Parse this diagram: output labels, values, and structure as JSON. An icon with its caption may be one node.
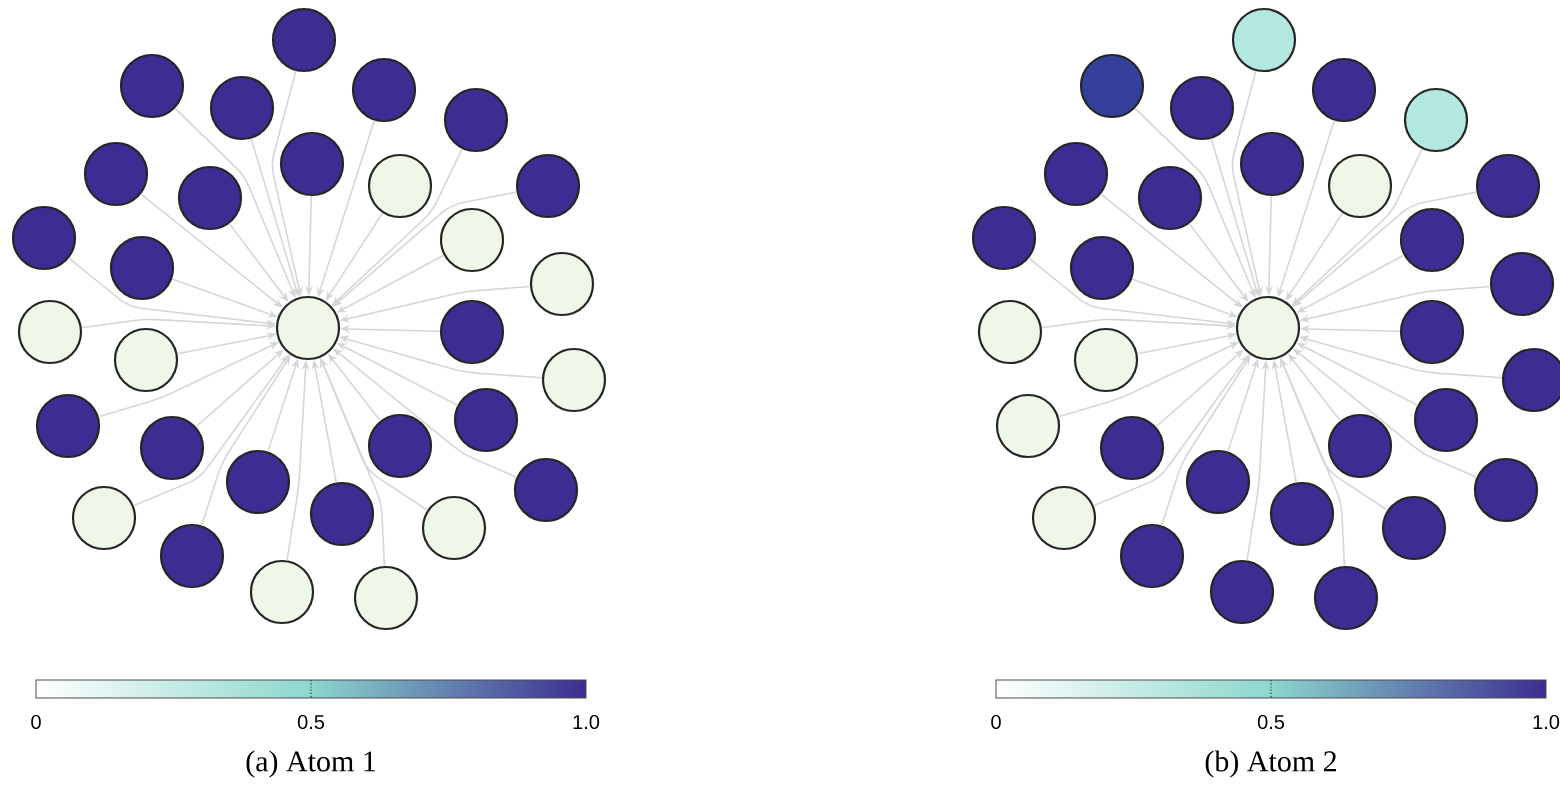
{
  "diagram": {
    "nodes": [
      {
        "text": [],
        "shape": "circle"
      },
      {
        "text": [],
        "shape": "circle"
      },
      {
        "text": [],
        "shape": "circle"
      },
      {
        "text": [],
        "shape": "circle"
      },
      {
        "text": [],
        "shape": "circle"
      },
      {
        "text": [],
        "shape": "circle"
      },
      {
        "text": [],
        "shape": "circle"
      },
      {
        "text": [],
        "shape": "circle"
      },
      {
        "text": [],
        "shape": "circle"
      },
      {
        "text": [],
        "shape": "circle"
      },
      {
        "text": [],
        "shape": "circle"
      },
      {
        "text": [],
        "shape": "circle"
      },
      {
        "text": [],
        "shape": "circle"
      },
      {
        "text": [],
        "shape": "circle"
      },
      {
        "text": [],
        "shape": "circle"
      },
      {
        "text": [],
        "shape": "circle"
      },
      {
        "text": [],
        "shape": "circle"
      },
      {
        "text": [],
        "shape": "circle"
      },
      {
        "text": [],
        "shape": "circle"
      },
      {
        "text": [],
        "shape": "circle"
      },
      {
        "text": [],
        "shape": "circle"
      },
      {
        "text": [],
        "shape": "circle"
      },
      {
        "text": [],
        "shape": "circle"
      },
      {
        "text": [],
        "shape": "circle"
      },
      {
        "text": [],
        "shape": "circle"
      },
      {
        "text": [],
        "shape": "circle"
      },
      {
        "text": [],
        "shape": "circle"
      },
      {
        "text": [],
        "shape": "circle"
      },
      {
        "text": [],
        "shape": "circle"
      },
      {
        "text": [],
        "shape": "circle"
      },
      {
        "text": [],
        "shape": "circle"
      },
      {
        "text": [],
        "shape": "circle"
      },
      {
        "text": [],
        "shape": "circle"
      },
      {
        "text": [],
        "shape": "circle"
      },
      {
        "text": [],
        "shape": "circle"
      },
      {
        "text": [],
        "shape": "circle"
      },
      {
        "text": [],
        "shape": "circle"
      },
      {
        "text": [],
        "shape": "circle"
      },
      {
        "text": [],
        "shape": "circle"
      },
      {
        "text": [],
        "shape": "circle"
      },
      {
        "text": [],
        "shape": "circle"
      },
      {
        "text": [],
        "shape": "circle"
      },
      {
        "text": [],
        "shape": "circle"
      },
      {
        "text": [],
        "shape": "circle"
      },
      {
        "text": [],
        "shape": "circle"
      },
      {
        "text": [],
        "shape": "circle"
      },
      {
        "text": [],
        "shape": "circle"
      },
      {
        "text": [],
        "shape": "circle"
      },
      {
        "text": [],
        "shape": "circle"
      },
      {
        "text": [],
        "shape": "circle"
      },
      {
        "text": [],
        "shape": "circle"
      },
      {
        "text": [],
        "shape": "circle"
      },
      {
        "text": [],
        "shape": "circle"
      },
      {
        "text": [],
        "shape": "circle"
      },
      {
        "text": [],
        "shape": "circle"
      },
      {
        "text": [],
        "shape": "circle"
      },
      {
        "text": [],
        "shape": "circle"
      },
      {
        "text": [],
        "shape": "circle"
      },
      {
        "text": [],
        "shape": "circle"
      },
      {
        "text": [],
        "shape": "circle"
      },
      {
        "text": [],
        "shape": "circle"
      },
      {
        "text": [],
        "shape": "circle"
      }
    ],
    "edges": [
      {
        "from": 0,
        "to": 14,
        "arrow": "to"
      },
      {
        "from": 1,
        "to": 14,
        "arrow": "to"
      },
      {
        "from": 2,
        "to": 14,
        "arrow": "to"
      },
      {
        "from": 3,
        "to": 14,
        "arrow": "to"
      },
      {
        "from": 4,
        "to": 14,
        "arrow": "to"
      },
      {
        "from": 5,
        "to": 14,
        "arrow": "to"
      },
      {
        "from": 6,
        "to": 14,
        "arrow": "to"
      },
      {
        "from": 7,
        "to": 14,
        "arrow": "to"
      },
      {
        "from": 8,
        "to": 14,
        "arrow": "to"
      },
      {
        "from": 9,
        "to": 14,
        "arrow": "to"
      },
      {
        "from": 10,
        "to": 14,
        "arrow": "to"
      },
      {
        "from": 11,
        "to": 14,
        "arrow": "to"
      },
      {
        "from": 12,
        "to": 14,
        "arrow": "to"
      },
      {
        "from": 13,
        "to": 14,
        "arrow": "to"
      },
      {
        "from": 15,
        "to": 14,
        "arrow": "to"
      },
      {
        "from": 16,
        "to": 14,
        "arrow": "to"
      },
      {
        "from": 17,
        "to": 14,
        "arrow": "to"
      },
      {
        "from": 18,
        "to": 14,
        "arrow": "to"
      },
      {
        "from": 19,
        "to": 14,
        "arrow": "to"
      },
      {
        "from": 20,
        "to": 14,
        "arrow": "to"
      },
      {
        "from": 21,
        "to": 14,
        "arrow": "to"
      },
      {
        "from": 22,
        "to": 14,
        "arrow": "to"
      },
      {
        "from": 23,
        "to": 14,
        "arrow": "to"
      },
      {
        "from": 24,
        "to": 14,
        "arrow": "to"
      },
      {
        "from": 25,
        "to": 14,
        "arrow": "to"
      },
      {
        "from": 26,
        "to": 14,
        "arrow": "to"
      },
      {
        "from": 27,
        "to": 14,
        "arrow": "to"
      },
      {
        "from": 28,
        "to": 14,
        "arrow": "to"
      },
      {
        "from": 29,
        "to": 14,
        "arrow": "to"
      },
      {
        "from": 30,
        "to": 14,
        "arrow": "to"
      },
      {
        "from": 31,
        "to": 45,
        "arrow": "to"
      },
      {
        "from": 32,
        "to": 45,
        "arrow": "to"
      },
      {
        "from": 33,
        "to": 45,
        "arrow": "to"
      },
      {
        "from": 34,
        "to": 45,
        "arrow": "to"
      },
      {
        "from": 35,
        "to": 45,
        "arrow": "to"
      },
      {
        "from": 36,
        "to": 45,
        "arrow": "to"
      },
      {
        "from": 37,
        "to": 45,
        "arrow": "to"
      },
      {
        "from": 38,
        "to": 45,
        "arrow": "to"
      },
      {
        "from": 39,
        "to": 45,
        "arrow": "to"
      },
      {
        "from": 40,
        "to": 45,
        "arrow": "to"
      },
      {
        "from": 41,
        "to": 45,
        "arrow": "to"
      },
      {
        "from": 42,
        "to": 45,
        "arrow": "to"
      },
      {
        "from": 43,
        "to": 45,
        "arrow": "to"
      },
      {
        "from": 44,
        "to": 45,
        "arrow": "to"
      },
      {
        "from": 46,
        "to": 45,
        "arrow": "to"
      },
      {
        "from": 47,
        "to": 45,
        "arrow": "to"
      },
      {
        "from": 48,
        "to": 45,
        "arrow": "to"
      },
      {
        "from": 49,
        "to": 45,
        "arrow": "to"
      },
      {
        "from": 50,
        "to": 45,
        "arrow": "to"
      },
      {
        "from": 51,
        "to": 45,
        "arrow": "to"
      },
      {
        "from": 52,
        "to": 45,
        "arrow": "to"
      },
      {
        "from": 53,
        "to": 45,
        "arrow": "to"
      },
      {
        "from": 54,
        "to": 45,
        "arrow": "to"
      },
      {
        "from": 55,
        "to": 45,
        "arrow": "to"
      },
      {
        "from": 56,
        "to": 45,
        "arrow": "to"
      },
      {
        "from": 57,
        "to": 45,
        "arrow": "to"
      },
      {
        "from": 58,
        "to": 45,
        "arrow": "to"
      },
      {
        "from": 59,
        "to": 45,
        "arrow": "to"
      },
      {
        "from": 60,
        "to": 45,
        "arrow": "to"
      },
      {
        "from": 61,
        "to": 45,
        "arrow": "to"
      }
    ],
    "labels": [
      "0",
      "0.5",
      "1.0",
      "0",
      "0.5",
      "1.0",
      "(a) Atom 1",
      "(b) Atom 2"
    ]
  }
}
